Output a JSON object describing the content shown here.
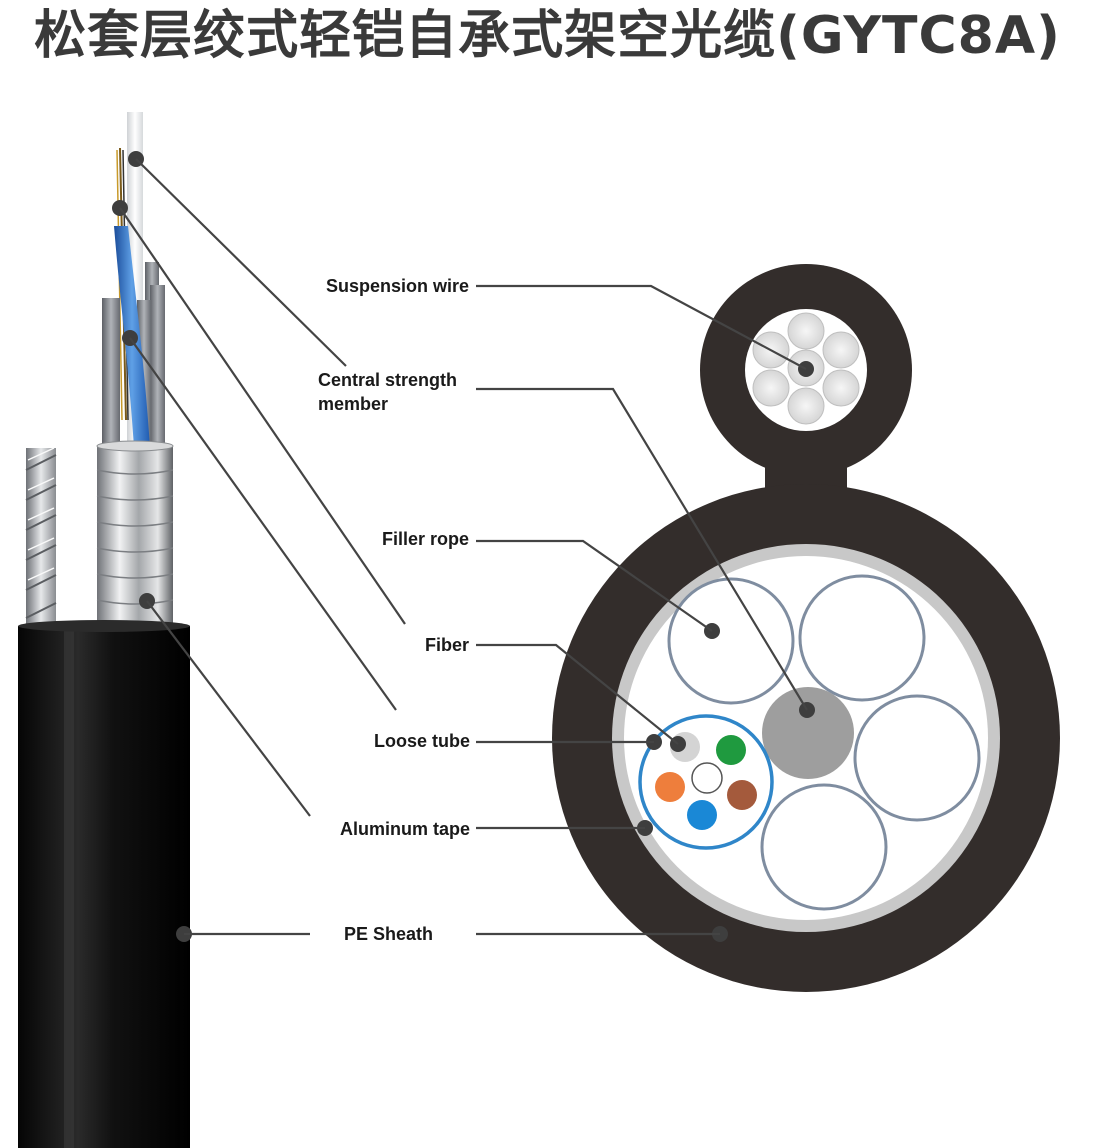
{
  "title": "松套层绞式轻铠自承式架空光缆(GYTC8A)",
  "labels": {
    "suspension_wire": "Suspension wire",
    "central_strength_line1": "Central strength",
    "central_strength_line2": "member",
    "filler_rope": "Filler rope",
    "fiber": "Fiber",
    "loose_tube": "Loose tube",
    "aluminum_tape": "Aluminum tape",
    "pe_sheath": "PE Sheath"
  },
  "colors": {
    "sheath": "#332d2b",
    "inner_ring": "#c8c8c8",
    "filler_stroke": "#7f8da0",
    "tube_stroke": "#2f86c9",
    "central_member": "#9e9e9e",
    "fiber_green": "#1f9a3f",
    "fiber_brown": "#a45a3c",
    "fiber_orange": "#ee7e3c",
    "fiber_blue": "#1a88d6",
    "fiber_gray": "#d4d4d4"
  }
}
